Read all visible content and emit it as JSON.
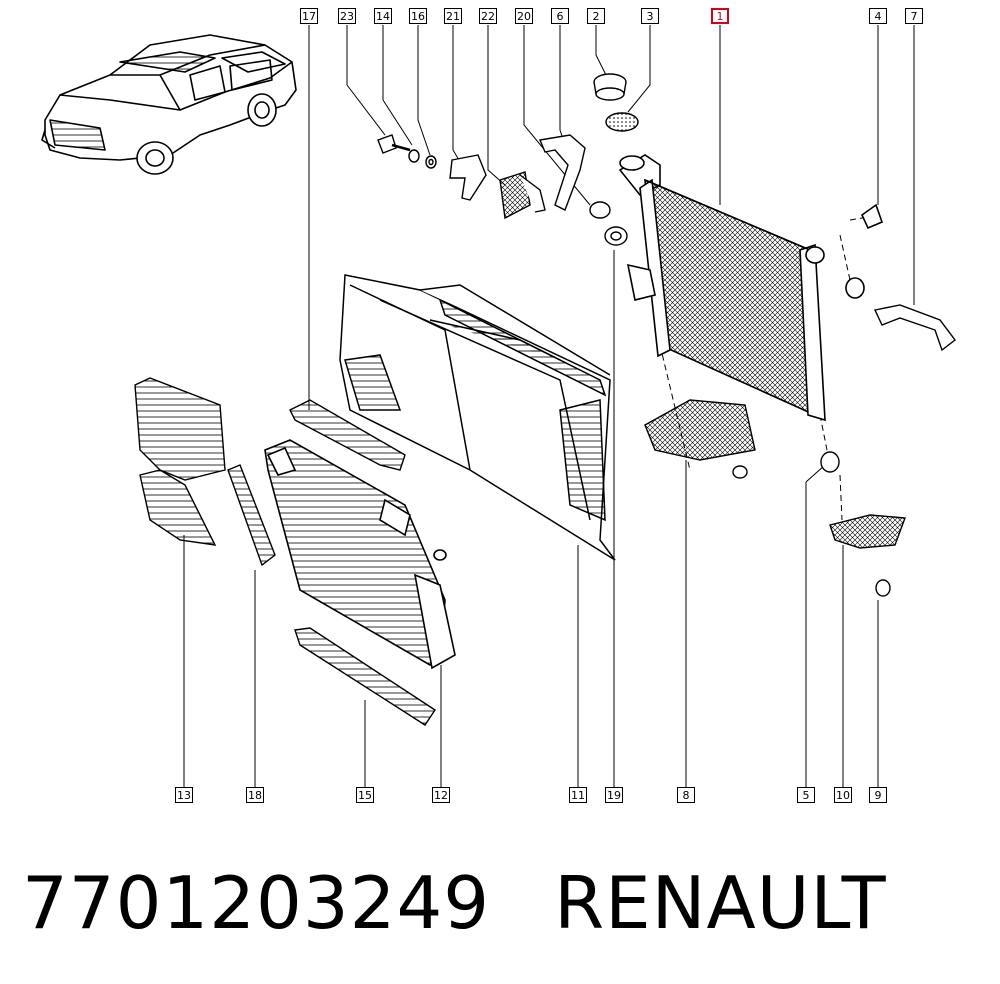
{
  "diagram": {
    "part_callouts": [
      {
        "id": "17",
        "label": "17",
        "highlighted": false
      },
      {
        "id": "23",
        "label": "23",
        "highlighted": false
      },
      {
        "id": "14",
        "label": "14",
        "highlighted": false
      },
      {
        "id": "16",
        "label": "16",
        "highlighted": false
      },
      {
        "id": "21",
        "label": "21",
        "highlighted": false
      },
      {
        "id": "22",
        "label": "22",
        "highlighted": false
      },
      {
        "id": "20",
        "label": "20",
        "highlighted": false
      },
      {
        "id": "6",
        "label": "6",
        "highlighted": false
      },
      {
        "id": "2",
        "label": "2",
        "highlighted": false
      },
      {
        "id": "3",
        "label": "3",
        "highlighted": false
      },
      {
        "id": "1",
        "label": "1",
        "highlighted": true
      },
      {
        "id": "4",
        "label": "4",
        "highlighted": false
      },
      {
        "id": "7",
        "label": "7",
        "highlighted": false
      },
      {
        "id": "13",
        "label": "13",
        "highlighted": false
      },
      {
        "id": "18",
        "label": "18",
        "highlighted": false
      },
      {
        "id": "15",
        "label": "15",
        "highlighted": false
      },
      {
        "id": "12",
        "label": "12",
        "highlighted": false
      },
      {
        "id": "11",
        "label": "11",
        "highlighted": false
      },
      {
        "id": "19",
        "label": "19",
        "highlighted": false
      },
      {
        "id": "8",
        "label": "8",
        "highlighted": false
      },
      {
        "id": "5",
        "label": "5",
        "highlighted": false
      },
      {
        "id": "10",
        "label": "10",
        "highlighted": false
      },
      {
        "id": "9",
        "label": "9",
        "highlighted": false
      }
    ],
    "highlight_color": "#d0021b"
  },
  "footer": {
    "part_number": "7701203249",
    "brand": "RENAULT"
  }
}
